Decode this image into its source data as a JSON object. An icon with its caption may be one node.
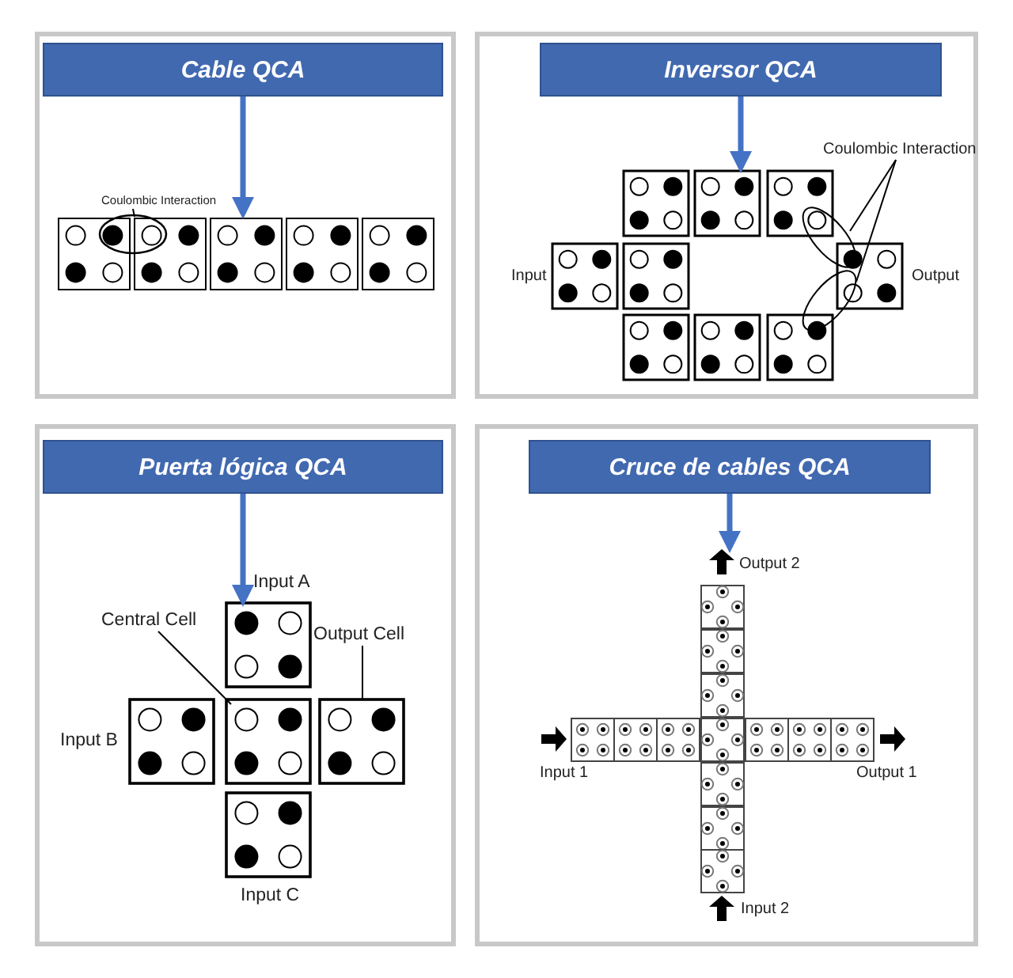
{
  "diagram": {
    "nodes": [
      {
        "text": [
          "Cable QCA"
        ]
      },
      {
        "text": [],
        "shape": "picture"
      },
      {
        "text": [
          "Coulombic Interaction"
        ]
      },
      {
        "text": [
          "Inversor QCA"
        ]
      },
      {
        "text": [],
        "shape": "picture",
        "beside": [
          "Input",
          "Output"
        ]
      },
      {
        "text": [
          "Coulombic Interaction"
        ]
      },
      {
        "text": [
          "Puerta lógica QCA"
        ]
      },
      {
        "text": [],
        "shape": "picture",
        "beside": [
          "Input A",
          "Input B",
          "Input C"
        ]
      },
      {
        "text": [
          "Central Cell"
        ]
      },
      {
        "text": [
          "Output Cell"
        ],
        "in": 7
      },
      {
        "text": [
          "Cruce de cables QCA"
        ]
      },
      {
        "text": [
          "Output 2",
          "Input 1",
          "Output 1",
          "Input 2"
        ]
      }
    ],
    "edges": [
      {
        "from": 0,
        "to": 1,
        "arrow": "to",
        "style": "thick",
        "color": "#4472c4"
      },
      {
        "from": 2,
        "to": 1,
        "arrow": "none"
      },
      {
        "from": 3,
        "to": 4,
        "arrow": "to",
        "style": "thick",
        "color": "#4472c4"
      },
      {
        "from": 5,
        "to": 4,
        "arrow": "none"
      },
      {
        "from": 5,
        "to": 4,
        "arrow": "none"
      },
      {
        "from": 6,
        "to": 7,
        "arrow": "to",
        "style": "thick",
        "color": "#4472c4"
      },
      {
        "from": 8,
        "to": 7,
        "arrow": "none"
      },
      {
        "from": 9,
        "to": 7,
        "arrow": "none"
      },
      {
        "from": 10,
        "to": 11,
        "arrow": "to",
        "style": "thick",
        "color": "#4472c4"
      }
    ]
  }
}
